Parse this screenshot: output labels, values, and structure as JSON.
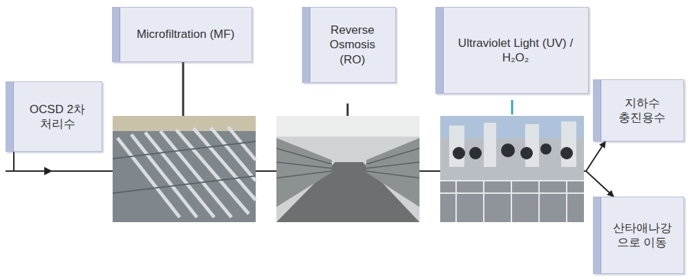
{
  "diagram": {
    "nodes": [
      {
        "text": [
          "OCSD 2차 처리수"
        ]
      },
      {
        "text": [
          "Microfiltration (MF)"
        ]
      },
      {
        "text": [
          "Reverse Osmosis (RO)"
        ]
      },
      {
        "text": [
          "Ultraviolet Light (UV) / H₂O₂"
        ]
      },
      {
        "text": [
          "지하수 충진용수"
        ]
      },
      {
        "text": [
          "산타애나강 으로 이동"
        ]
      }
    ],
    "edges": [
      {
        "from": 0,
        "to": 4,
        "arrow": "to"
      },
      {
        "from": 0,
        "to": 5,
        "arrow": "to"
      }
    ]
  }
}
